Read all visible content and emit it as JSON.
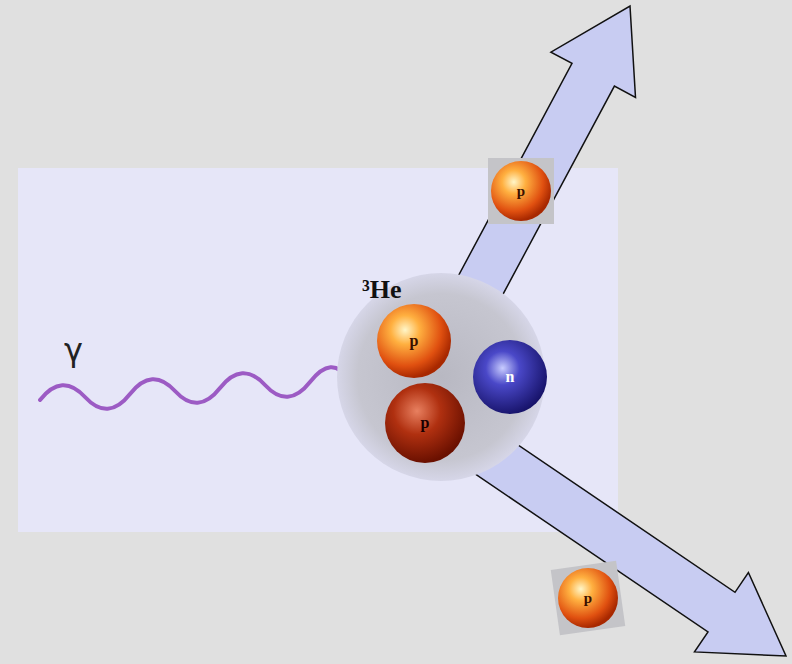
{
  "diagram": {
    "nodes": [
      {
        "text": [
          "p"
        ]
      },
      {
        "text": [
          "³He"
        ]
      },
      {
        "text": [
          "p"
        ],
        "in": 1
      },
      {
        "text": [
          "n"
        ],
        "in": 1
      },
      {
        "text": [
          "p"
        ],
        "in": 1
      },
      {
        "text": [
          "p"
        ]
      }
    ],
    "labels": [
      "γ"
    ]
  }
}
